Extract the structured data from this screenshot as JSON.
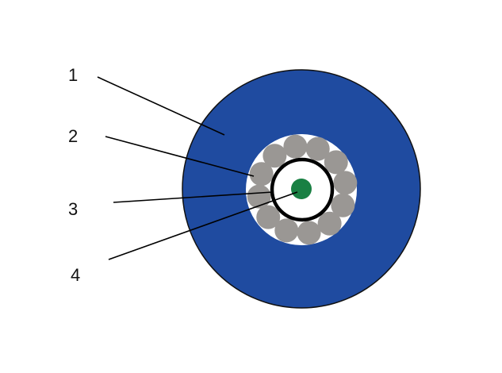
{
  "labels": [
    "1",
    "2",
    "3",
    "4"
  ],
  "colors": {
    "jacket": "#1f4ba0",
    "filler": "#ffffff",
    "strand": "#9a9794",
    "tube": "#000000",
    "fiber": "#198043"
  },
  "strand_count": 12
}
